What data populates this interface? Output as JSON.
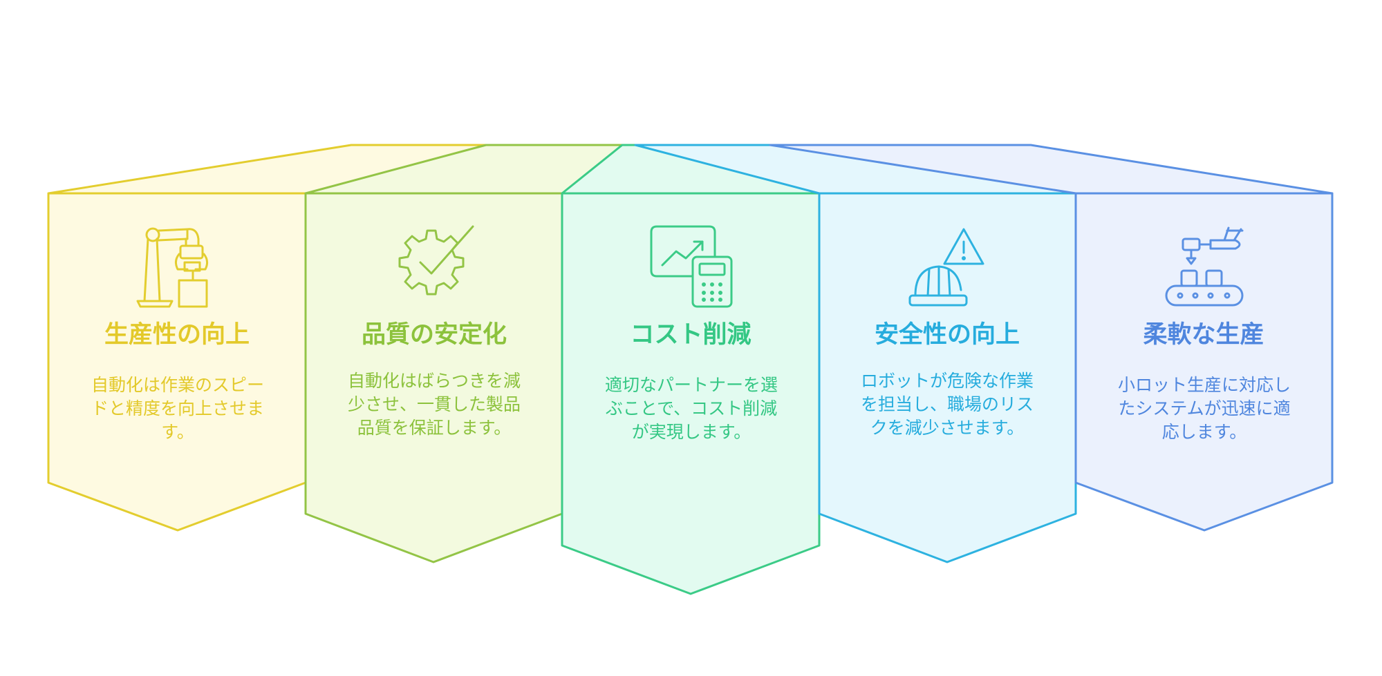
{
  "panels": [
    {
      "id": "productivity",
      "icon": "robot-arm-icon",
      "title": "生産性の向上",
      "desc": "自動化は作業のスピードと精度を向上させます。",
      "stroke": "#E3CD2E",
      "fill": "#FEFAE1",
      "text_color": "#E3C92A"
    },
    {
      "id": "quality",
      "icon": "gear-check-icon",
      "title": "品質の安定化",
      "desc": "自動化はばらつきを減少させ、一貫した製品品質を保証します。",
      "stroke": "#93C446",
      "fill": "#F3FADF",
      "text_color": "#8CC23C"
    },
    {
      "id": "cost",
      "icon": "chart-calculator-icon",
      "title": "コスト削減",
      "desc": "適切なパートナーを選ぶことで、コスト削減が実現します。",
      "stroke": "#3BCB87",
      "fill": "#E2FBF0",
      "text_color": "#34C784"
    },
    {
      "id": "safety",
      "icon": "warning-helmet-icon",
      "title": "安全性の向上",
      "desc": "ロボットが危険な作業を担当し、職場のリスクを減少させます。",
      "stroke": "#2DB2E0",
      "fill": "#E4F7FD",
      "text_color": "#26ACDD"
    },
    {
      "id": "flexible",
      "icon": "conveyor-robot-icon",
      "title": "柔軟な生産",
      "desc": "小ロット生産に対応したシステムが迅速に適応します。",
      "stroke": "#5A90E3",
      "fill": "#EBF1FD",
      "text_color": "#4F86DE"
    }
  ]
}
